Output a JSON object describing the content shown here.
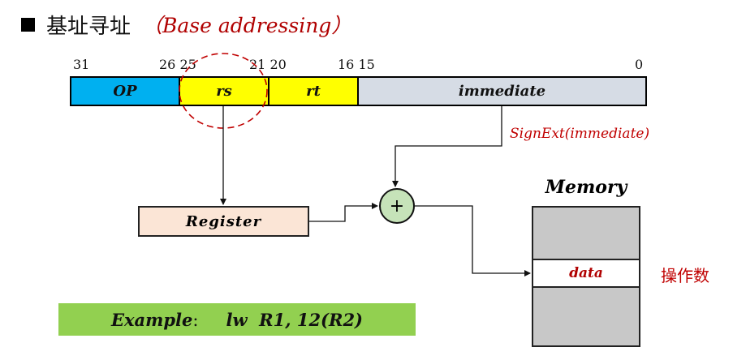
{
  "title": {
    "cn": "基址寻址",
    "paren_open": "（",
    "en": "Base addressing",
    "paren_close": "）"
  },
  "bit_numbers": {
    "b31": "31",
    "b26_25": "26 25",
    "b21_20": "21 20",
    "b16_15": "16 15",
    "b0": "0"
  },
  "fields": {
    "op": "OP",
    "rs": "rs",
    "rt": "rt",
    "immediate": "immediate"
  },
  "colors": {
    "op": "#00b0f0",
    "rs": "#ffff00",
    "rt": "#ffff00",
    "immediate": "#d6dce5",
    "highlight": "#c00000"
  },
  "register_label": "Register",
  "adder_symbol": "+",
  "sign_ext_label": "SignExt(immediate)",
  "memory": {
    "title": "Memory",
    "data_label": "data"
  },
  "operand_label": "操作数",
  "example": {
    "label": "Example",
    "colon": ":",
    "instruction": "lw  R1, 12(R2)"
  }
}
